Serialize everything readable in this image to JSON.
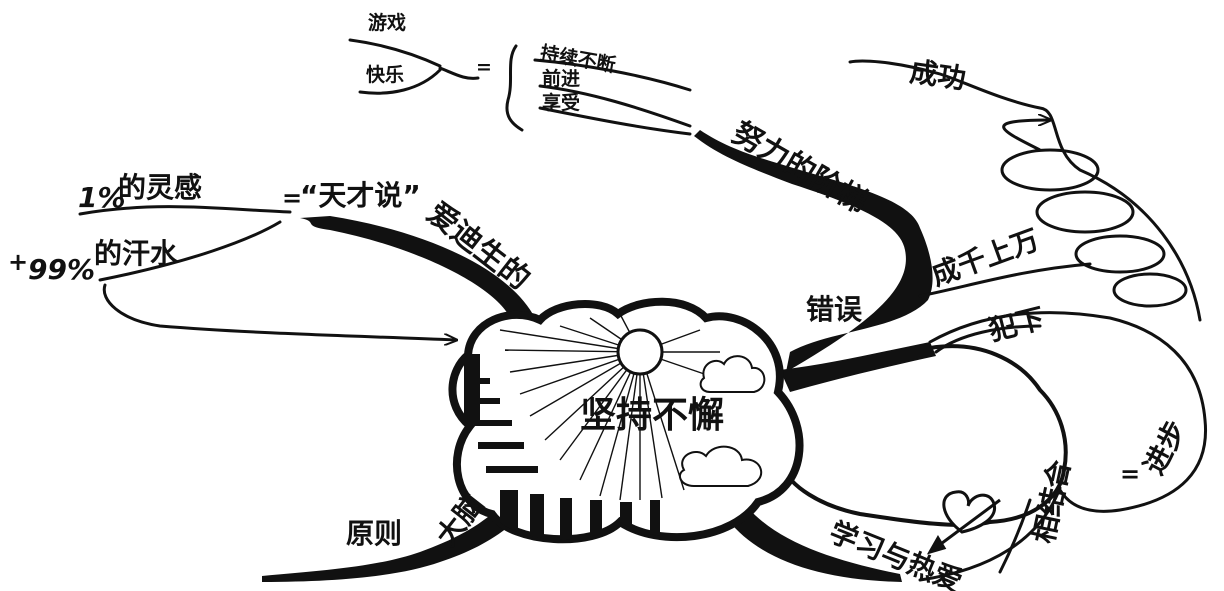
{
  "map": {
    "center": "坚持不懈",
    "branch_genius": {
      "label": "爱迪生的",
      "quote": "“天才说”",
      "eq1": "=",
      "inspiration_pct": "1%",
      "inspiration": "的灵感",
      "sweat_prefix": "+",
      "sweat_pct": "99%",
      "sweat": "的汗水"
    },
    "branch_ladder": {
      "label": "努力的阶梯",
      "items": [
        "持续不断",
        "前进",
        "享受"
      ],
      "eq": "=",
      "fun": [
        "游戏",
        "快乐"
      ]
    },
    "branch_errors": {
      "label": "错误",
      "count": "成千上万",
      "verb": "犯下",
      "progress_prefix": "=",
      "progress": "进步",
      "success": "成功"
    },
    "branch_learning": {
      "label": "学习与热爱",
      "combine": "相结合"
    },
    "branch_brain": {
      "label": "大脑",
      "principle": "原则"
    }
  },
  "colors": {
    "ink": "#111111",
    "paper": "#ffffff"
  }
}
